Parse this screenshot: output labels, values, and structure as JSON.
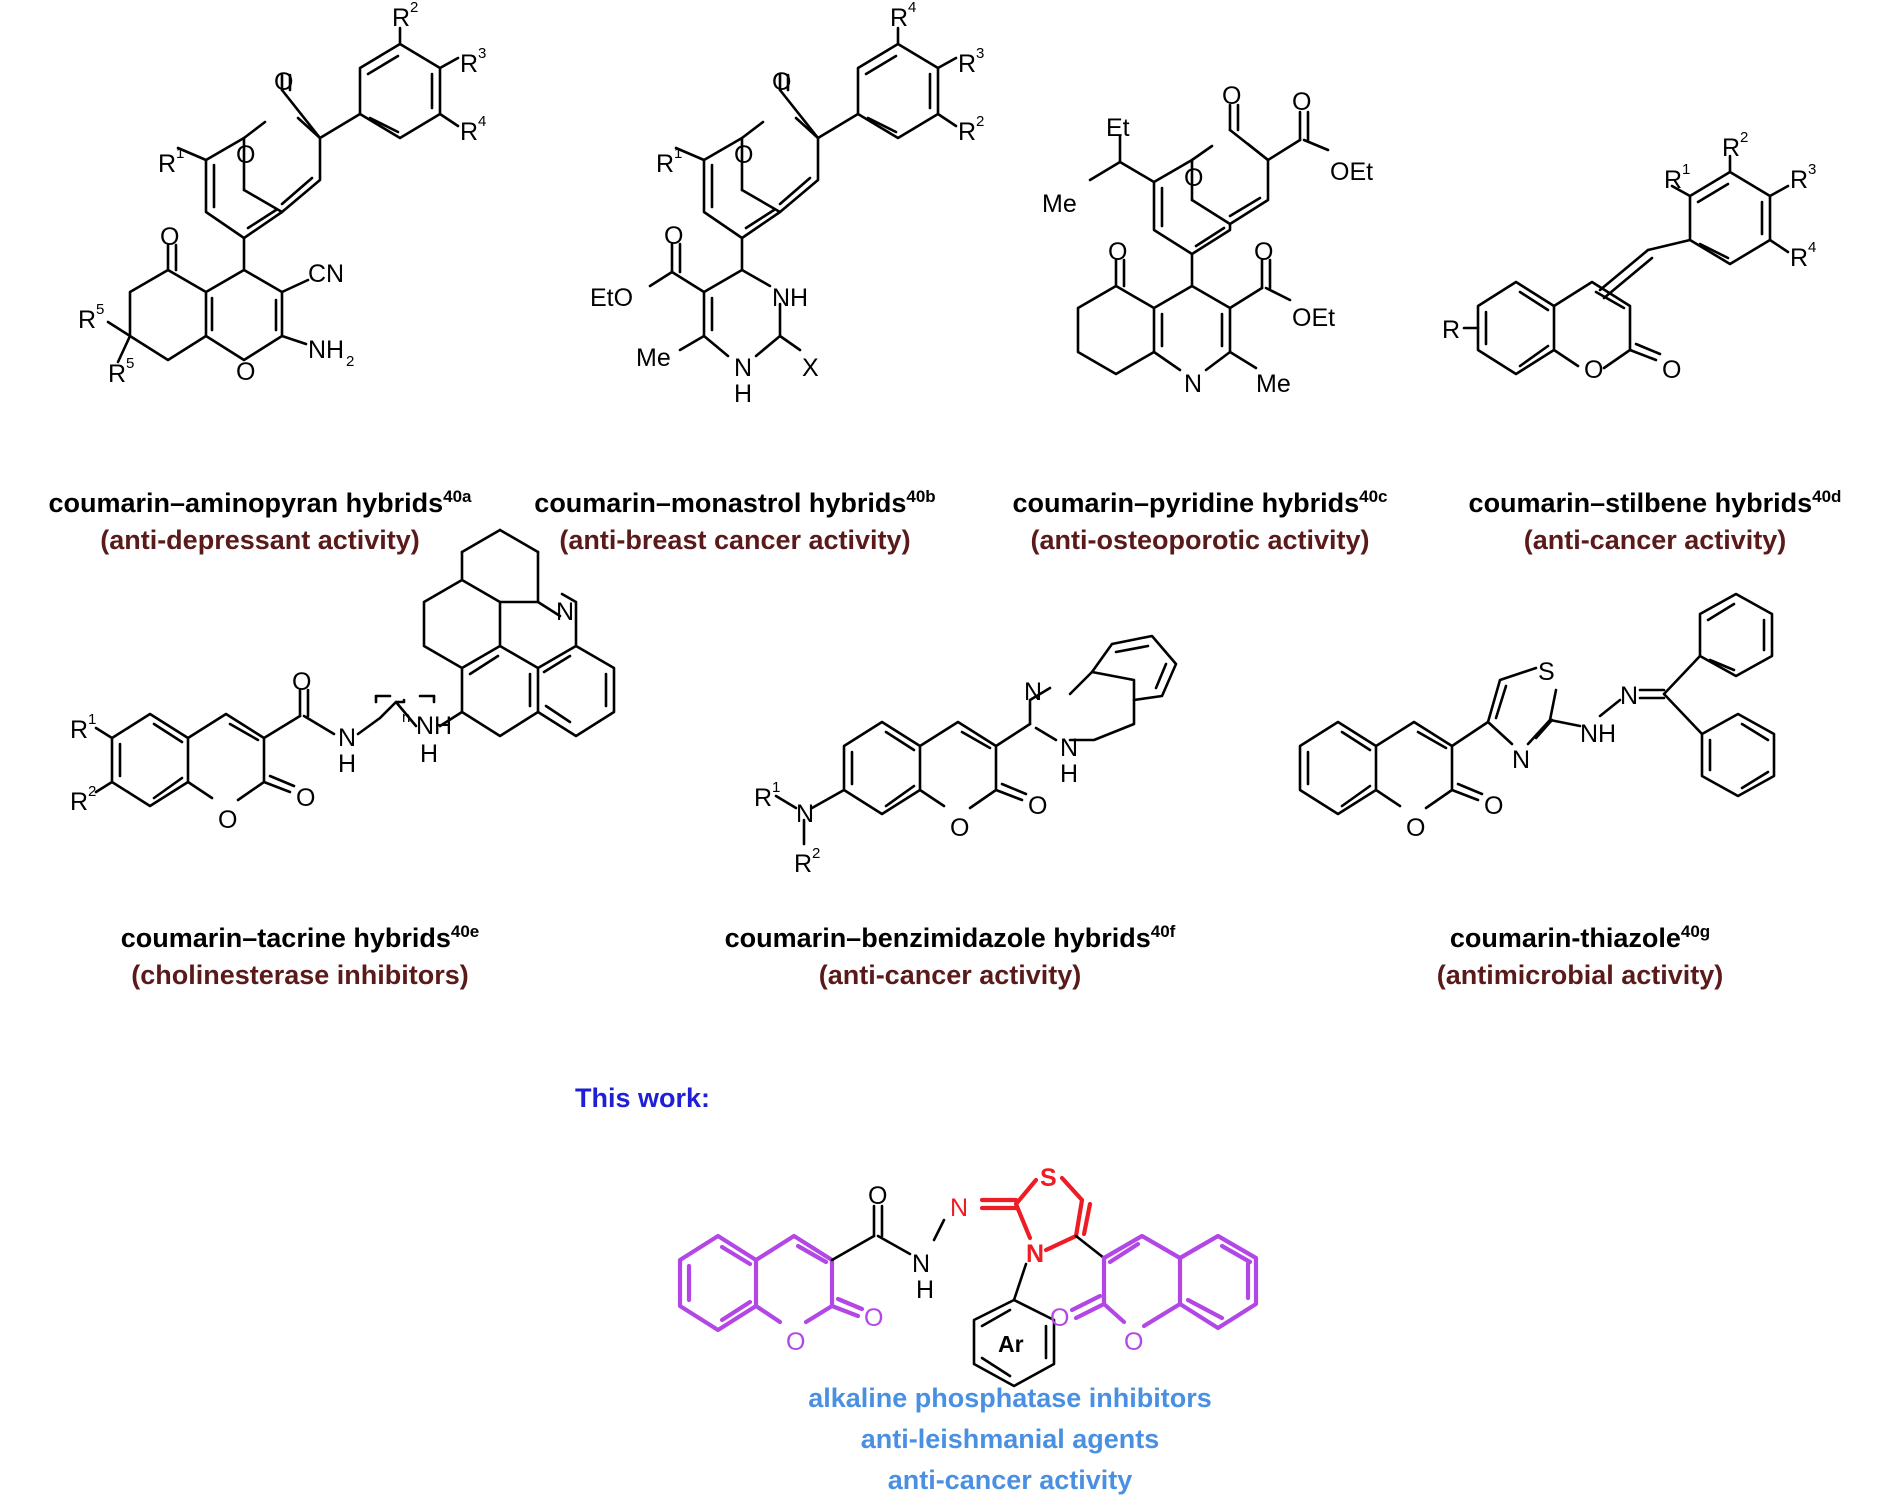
{
  "hybrids": [
    {
      "name": "coumarin–aminopyran hybrids",
      "ref": "40a",
      "activity": "(anti-depressant activity)"
    },
    {
      "name": "coumarin–monastrol hybrids",
      "ref": "40b",
      "activity": "(anti-breast cancer activity)"
    },
    {
      "name": "coumarin–pyridine hybrids",
      "ref": "40c",
      "activity": "(anti-osteoporotic activity)"
    },
    {
      "name": "coumarin–stilbene hybrids",
      "ref": "40d",
      "activity": "(anti-cancer activity)"
    },
    {
      "name": "coumarin–tacrine hybrids",
      "ref": "40e",
      "activity": "(cholinesterase inhibitors)"
    },
    {
      "name": "coumarin–benzimidazole hybrids",
      "ref": "40f",
      "activity": "(anti-cancer activity)"
    },
    {
      "name": "coumarin-thiazole",
      "ref": "40g",
      "activity": "(antimicrobial activity)"
    }
  ],
  "this_work": {
    "label": "This work:",
    "targets": [
      "alkaline phosphatase inhibitors",
      "anti-leishmanial agents",
      "anti-cancer activity"
    ]
  },
  "atoms": {
    "O": "O",
    "N": "N",
    "S": "S",
    "CN": "CN",
    "NH2": "NH",
    "two": "2",
    "NH": "NH",
    "H": "H",
    "X": "X",
    "EtO": "EtO",
    "Me": "Me",
    "Et": "Et",
    "OEt": "OEt",
    "R": "R",
    "Ar": "Ar",
    "n": "n",
    "r1": "1",
    "r2": "2",
    "r3": "3",
    "r4": "4",
    "r5": "5"
  },
  "colors": {
    "coumarin_highlight": "#b347e6",
    "thiazole_highlight": "#ee1c24",
    "this_work_label": "#1f1fd6",
    "targets_text": "#4a90e2",
    "activity_text": "#5a1a1a"
  }
}
